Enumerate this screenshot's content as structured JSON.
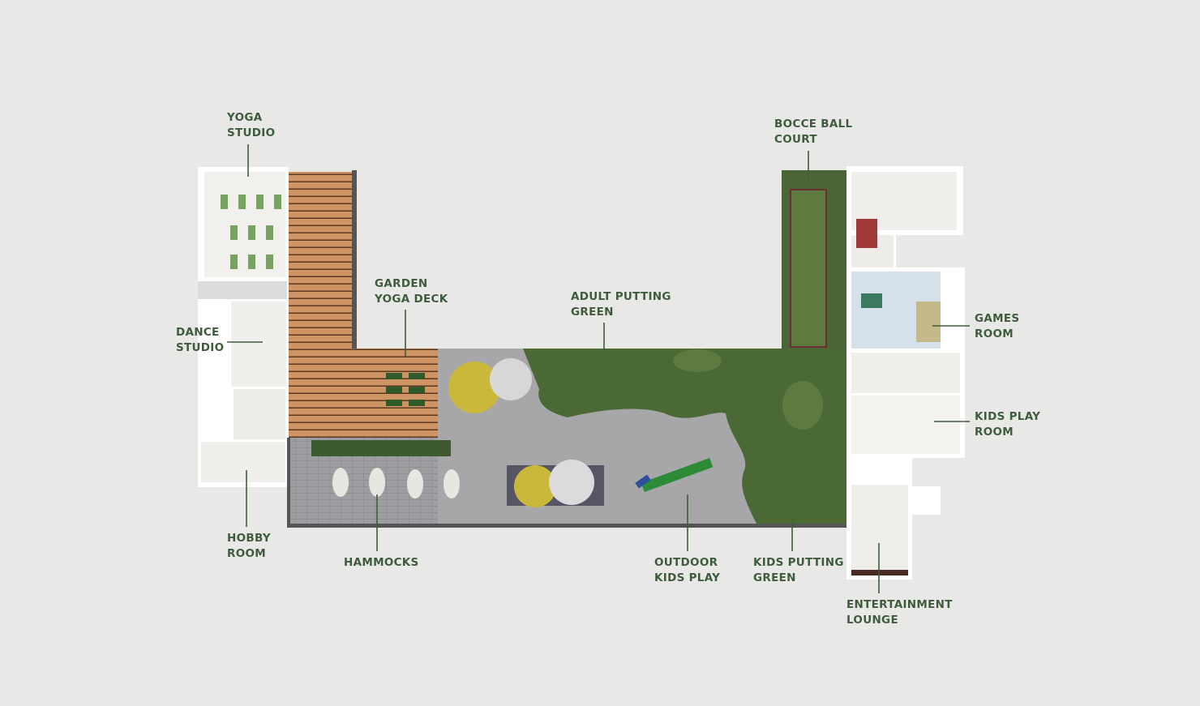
{
  "title": "Amenity Floor Plan",
  "colors": {
    "label": "#3f5b3d",
    "background": "#e8e8e7",
    "deck": "#c98f5c",
    "grass": "#4d6a36",
    "paving": "#a8a8aa",
    "interior": "#f2f1ee"
  },
  "labels": {
    "yoga_studio": [
      "YOGA",
      "STUDIO"
    ],
    "dance_studio": [
      "DANCE",
      "STUDIO"
    ],
    "hobby_room": [
      "HOBBY",
      "ROOM"
    ],
    "hammocks": [
      "HAMMOCKS"
    ],
    "garden_yoga_deck": [
      "GARDEN",
      "YOGA DECK"
    ],
    "adult_putting_green": [
      "ADULT PUTTING",
      "GREEN"
    ],
    "outdoor_kids_play": [
      "OUTDOOR",
      "KIDS PLAY"
    ],
    "kids_putting_green": [
      "KIDS PUTTING",
      "GREEN"
    ],
    "bocce_ball_court": [
      "BOCCE BALL",
      "COURT"
    ],
    "games_room": [
      "GAMES",
      "ROOM"
    ],
    "kids_play_room": [
      "KIDS PLAY",
      "ROOM"
    ],
    "entertainment_lounge": [
      "ENTERTAINMENT",
      "LOUNGE"
    ]
  }
}
